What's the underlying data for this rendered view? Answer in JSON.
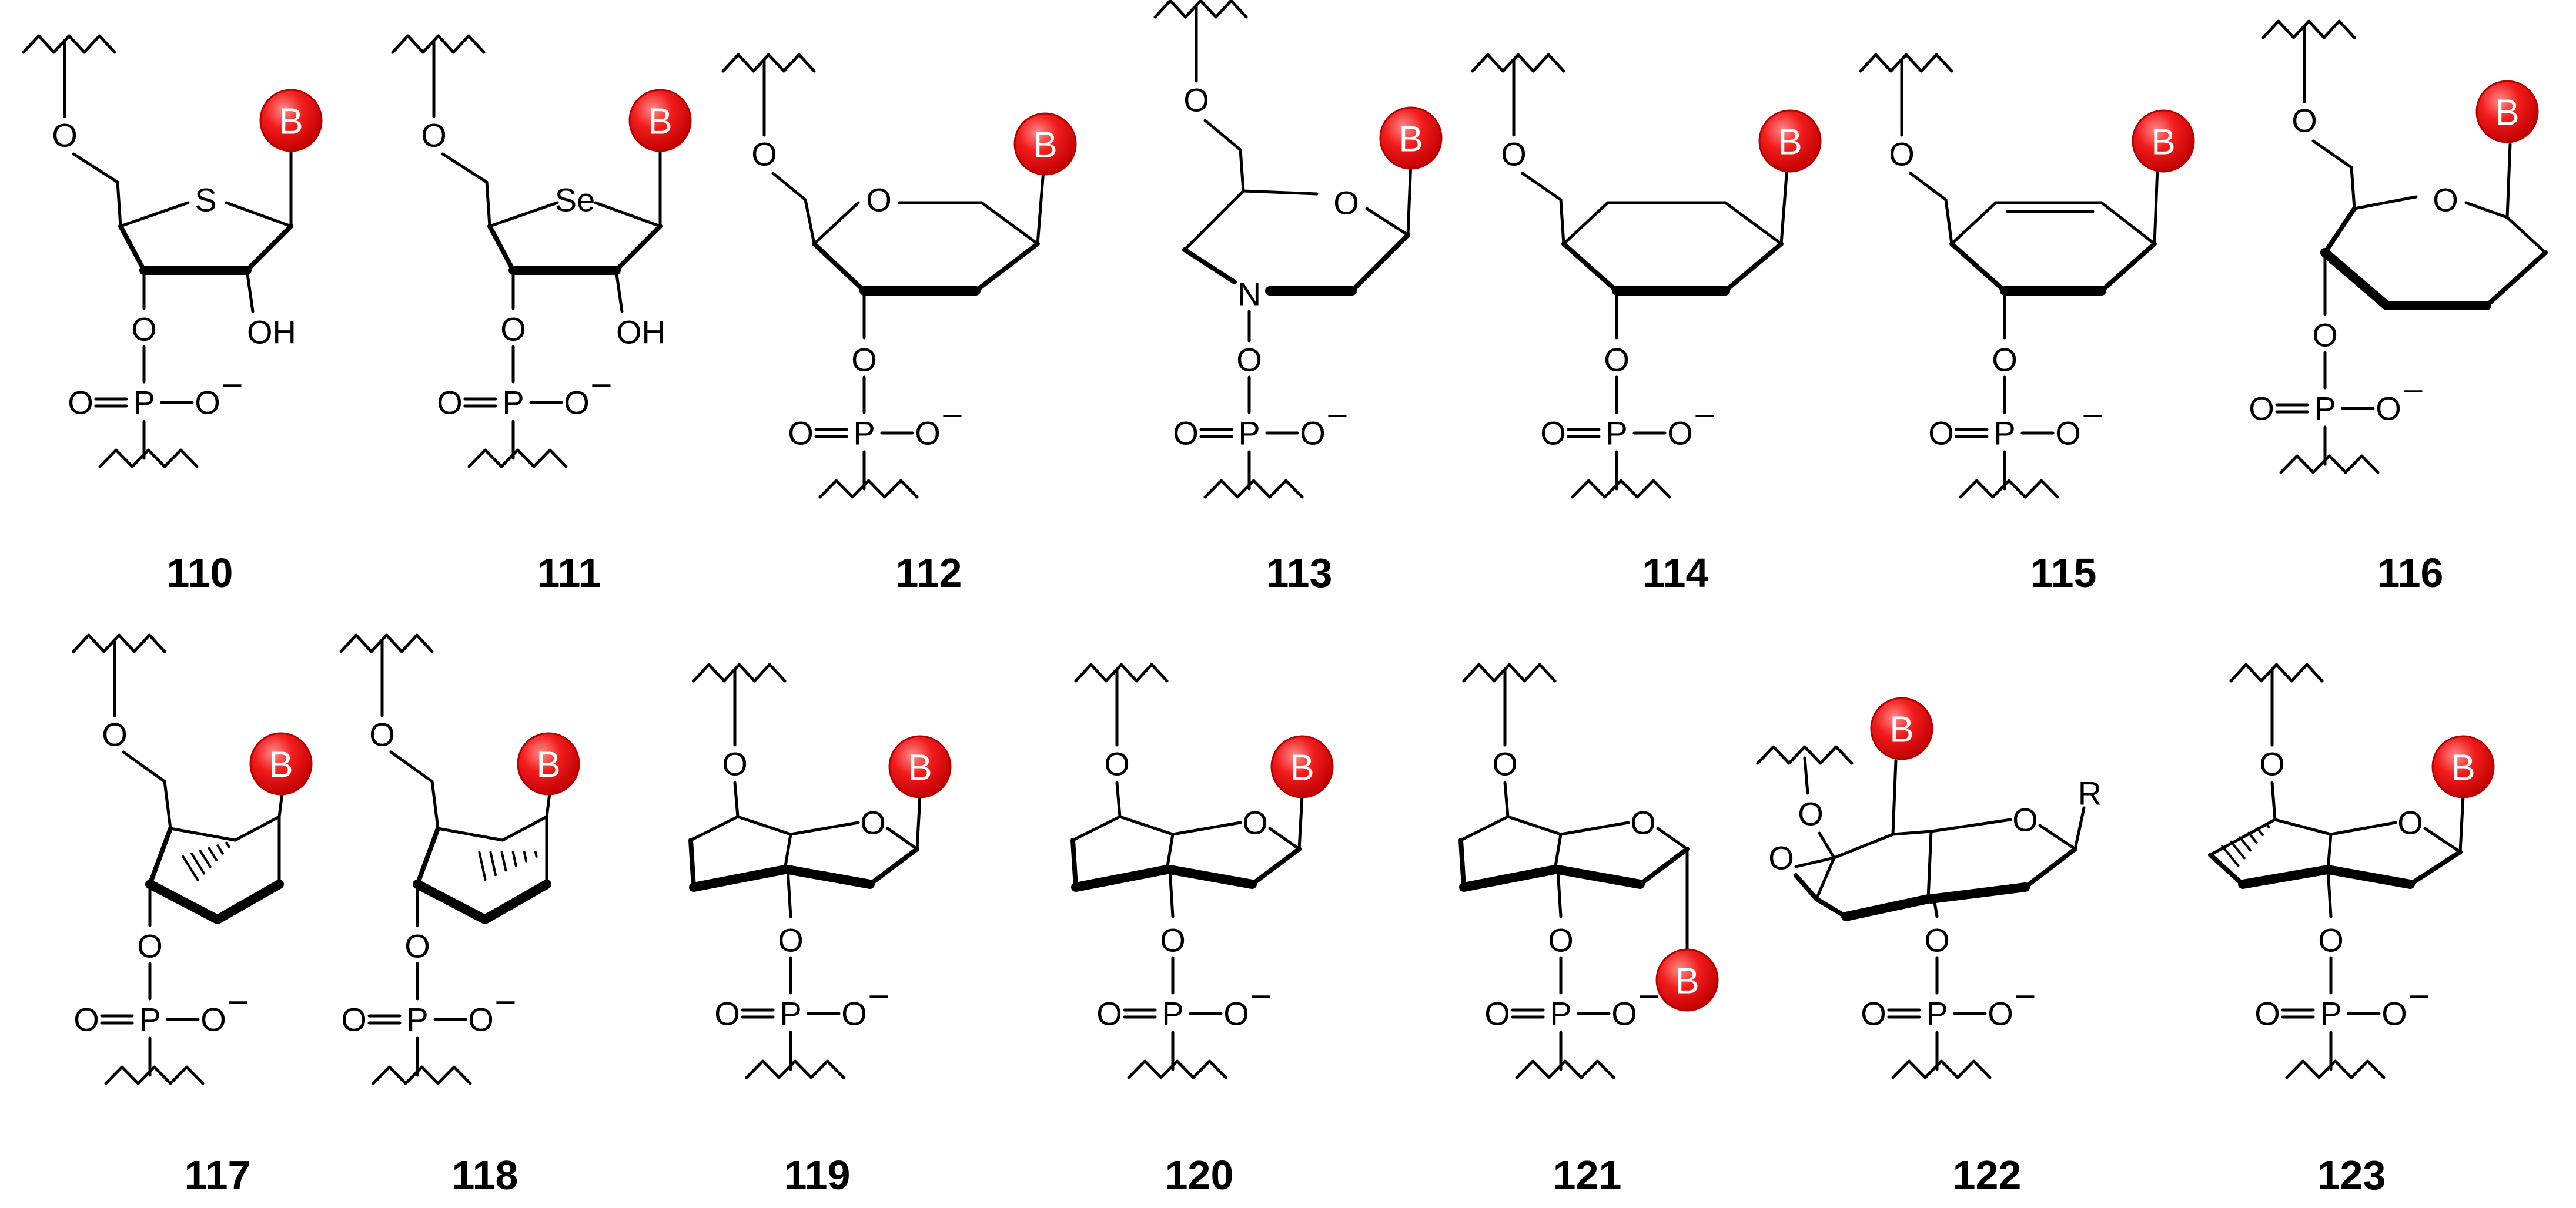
{
  "colors": {
    "base_fill": "#ee1c1c",
    "base_stroke": "#b80000",
    "line": "#000000"
  },
  "base_label": "B",
  "atoms": {
    "O": "O",
    "P": "P",
    "S": "S",
    "Se": "Se",
    "N": "N",
    "OH": "OH",
    "R": "R",
    "minus": "–"
  },
  "compounds": [
    {
      "id": "110",
      "ring": "4'-thio ribose"
    },
    {
      "id": "111",
      "ring": "4'-seleno ribose"
    },
    {
      "id": "112",
      "ring": "hexitol (tetrahydropyran)"
    },
    {
      "id": "113",
      "ring": "morpholino"
    },
    {
      "id": "114",
      "ring": "cyclohexane"
    },
    {
      "id": "115",
      "ring": "cyclohexene"
    },
    {
      "id": "116",
      "ring": "oxepane"
    },
    {
      "id": "117",
      "ring": "bicyclo[3.1.0]hexane (north)"
    },
    {
      "id": "118",
      "ring": "bicyclo[3.1.0]hexane (south)"
    },
    {
      "id": "119",
      "ring": "bicyclic furanose"
    },
    {
      "id": "120",
      "ring": "bicyclic furanose"
    },
    {
      "id": "121",
      "ring": "bicyclic furanose (alpha)"
    },
    {
      "id": "122",
      "ring": "tricyclic epoxide"
    },
    {
      "id": "123",
      "ring": "tricyclic cyclopropane"
    }
  ]
}
